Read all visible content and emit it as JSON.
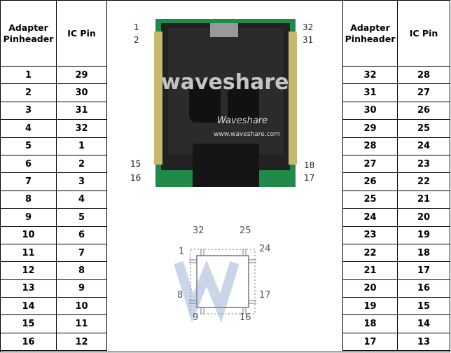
{
  "left_table": {
    "headers": [
      "Adapter Pinheader",
      "IC Pin"
    ],
    "rows": [
      [
        "1",
        "29"
      ],
      [
        "2",
        "30"
      ],
      [
        "3",
        "31"
      ],
      [
        "4",
        "32"
      ],
      [
        "5",
        "1"
      ],
      [
        "6",
        "2"
      ],
      [
        "7",
        "3"
      ],
      [
        "8",
        "4"
      ],
      [
        "9",
        "5"
      ],
      [
        "10",
        "6"
      ],
      [
        "11",
        "7"
      ],
      [
        "12",
        "8"
      ],
      [
        "13",
        "9"
      ],
      [
        "14",
        "10"
      ],
      [
        "15",
        "11"
      ],
      [
        "16",
        "12"
      ]
    ]
  },
  "right_table": {
    "headers": [
      "Adapter Pinheader",
      "IC Pin"
    ],
    "rows": [
      [
        "32",
        "28"
      ],
      [
        "31",
        "27"
      ],
      [
        "30",
        "26"
      ],
      [
        "29",
        "25"
      ],
      [
        "28",
        "24"
      ],
      [
        "27",
        "23"
      ],
      [
        "26",
        "22"
      ],
      [
        "25",
        "21"
      ],
      [
        "24",
        "20"
      ],
      [
        "23",
        "19"
      ],
      [
        "22",
        "18"
      ],
      [
        "21",
        "17"
      ],
      [
        "20",
        "16"
      ],
      [
        "19",
        "15"
      ],
      [
        "18",
        "14"
      ],
      [
        "17",
        "13"
      ]
    ]
  },
  "photo_labels": {
    "l1": "1",
    "l2": "2",
    "l15": "15",
    "l16": "16",
    "r32": "32",
    "r31": "31",
    "r18": "18",
    "r17": "17",
    "watermark1": "Waveshare",
    "watermark2": "www.waveshare.com"
  },
  "diagram": {
    "p32": "32",
    "p25": "25",
    "p1": "1",
    "p24": "24",
    "p8": "8",
    "p17": "17",
    "p9": "9",
    "p16": "16"
  },
  "watermark": "waveshare",
  "colors": {
    "pcb": "#1f8a4a",
    "socket": "#1a1a1a"
  }
}
